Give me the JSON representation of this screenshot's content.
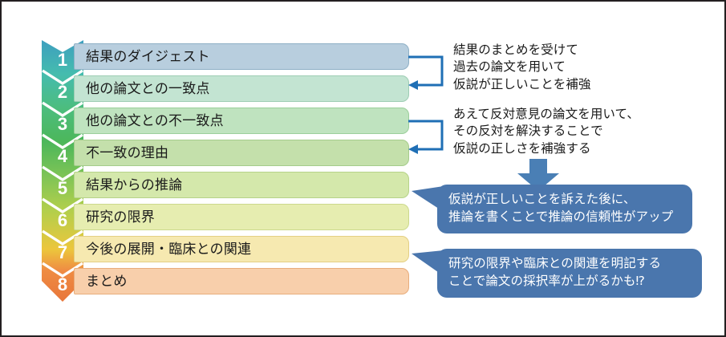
{
  "figure": {
    "type": "diagram",
    "subtype": "numbered-flow-with-annotations",
    "language": "ja",
    "border_color": "#231f20",
    "background": "#ffffff"
  },
  "steps": [
    {
      "number": "1",
      "label": "結果のダイジェスト",
      "bar_fill": "#b8cede",
      "bar_border": "#8fb0c6",
      "chevron_fill": "#3e9fbf"
    },
    {
      "number": "2",
      "label": "他の論文との一致点",
      "bar_fill": "#c3e4d2",
      "bar_border": "#9ecdb4",
      "chevron_fill": "#45bcae"
    },
    {
      "number": "3",
      "label": "他の論文との不一致点",
      "bar_fill": "#bfe3bf",
      "bar_border": "#9bcf9b",
      "chevron_fill": "#4cbd7e"
    },
    {
      "number": "4",
      "label": "不一致の理由",
      "bar_fill": "#c4e0ab",
      "bar_border": "#a5cc8c",
      "chevron_fill": "#4cb75a"
    },
    {
      "number": "5",
      "label": "結果からの推論",
      "bar_fill": "#d4e8ab",
      "bar_border": "#b6d389",
      "chevron_fill": "#7ec456"
    },
    {
      "number": "6",
      "label": "研究の限界",
      "bar_fill": "#e6edb0",
      "bar_border": "#ccd98d",
      "chevron_fill": "#b2cf4c"
    },
    {
      "number": "7",
      "label": "今後の展開・臨床との関連",
      "bar_fill": "#f6e9b0",
      "bar_border": "#e3cf84",
      "chevron_fill": "#ecc63c"
    },
    {
      "number": "8",
      "label": "まとめ",
      "bar_fill": "#f8cfab",
      "bar_border": "#e8ad7c",
      "chevron_fill": "#ef8c43"
    }
  ],
  "notes": [
    {
      "id": "note-1",
      "text": "結果のまとめを受けて\n過去の論文を用いて\n仮説が正しいことを補強",
      "connects_from_step": "1",
      "connects_to_step": "2"
    },
    {
      "id": "note-2",
      "text": "あえて反対意見の論文を用いて、\nその反対を解決することで\n仮説の正しさを補強する",
      "connects_from_step": "3",
      "connects_to_step": "4"
    }
  ],
  "callouts": [
    {
      "id": "callout-1",
      "text": "仮説が正しいことを訴えた後に、\n推論を書くことで推論の信頼性がアップ",
      "points_to_step": "5",
      "fill": "#4a76ad",
      "text_color": "#ffffff"
    },
    {
      "id": "callout-2",
      "text": "研究の限界や臨床との関連を明記する\nことで論文の採択率が上がるかも⁉",
      "points_to_step": "7",
      "fill": "#4a76ad",
      "text_color": "#ffffff"
    }
  ],
  "connectors": {
    "bracket_color": "#1f6fb5",
    "down_arrow_color": "#4a7fb5",
    "down_arrow_name": "down-arrow"
  }
}
